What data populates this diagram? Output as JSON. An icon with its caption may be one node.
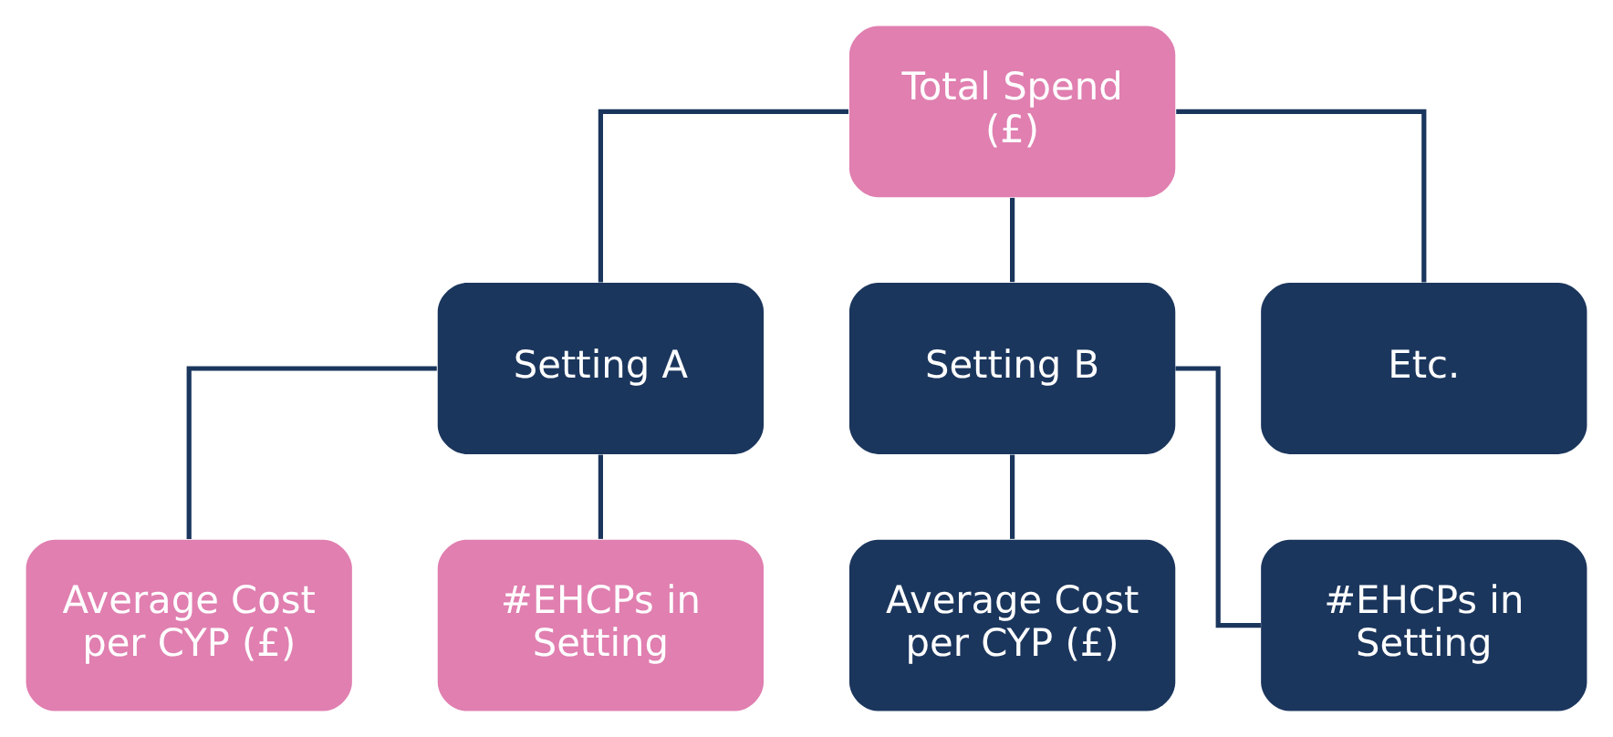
{
  "diagram": {
    "nodes": [
      {
        "text": [
          "Total Spend (£)"
        ]
      },
      {
        "text": [
          "Setting A"
        ]
      },
      {
        "text": [
          "Setting B"
        ]
      },
      {
        "text": [
          "Etc."
        ]
      },
      {
        "text": [
          "Average Cost per CYP (£)"
        ]
      },
      {
        "text": [
          "#EHCPs in Setting"
        ]
      },
      {
        "text": [
          "Average Cost per CYP (£)"
        ]
      },
      {
        "text": [
          "#EHCPs in Setting"
        ]
      }
    ],
    "edges": [
      {
        "from": 0,
        "to": 1,
        "arrow": "none"
      },
      {
        "from": 0,
        "to": 2,
        "arrow": "none"
      },
      {
        "from": 0,
        "to": 3,
        "arrow": "none"
      },
      {
        "from": 1,
        "to": 4,
        "arrow": "none"
      },
      {
        "from": 1,
        "to": 5,
        "arrow": "none"
      },
      {
        "from": 2,
        "to": 6,
        "arrow": "none"
      },
      {
        "from": 2,
        "to": 7,
        "arrow": "none"
      }
    ]
  }
}
